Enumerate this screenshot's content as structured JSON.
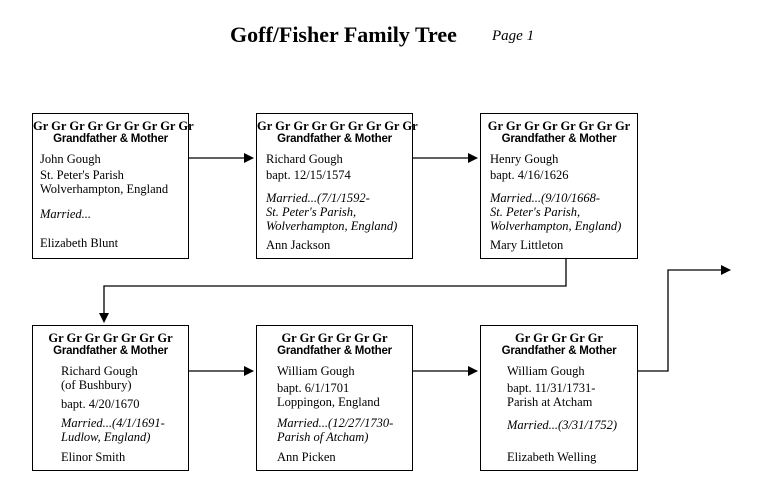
{
  "header": {
    "title": "Goff/Fisher Family Tree",
    "page": "Page 1"
  },
  "boxes": [
    {
      "gen": "Gr Gr Gr Gr Gr Gr Gr Gr Gr",
      "role": "Grandfather & Mother",
      "lines": [
        "John Gough",
        "St. Peter's Parish",
        "Wolverhampton, England",
        "Married...",
        "Elizabeth Blunt"
      ]
    },
    {
      "gen": "Gr Gr Gr Gr Gr Gr Gr Gr Gr",
      "role": "Grandfather & Mother",
      "lines": [
        "Richard Gough",
        "bapt. 12/15/1574",
        "Married...(7/1/1592-",
        "St. Peter's Parish,",
        "Wolverhampton, England)",
        "Ann Jackson"
      ]
    },
    {
      "gen": "Gr Gr Gr Gr Gr Gr Gr Gr",
      "role": "Grandfather & Mother",
      "lines": [
        "Henry Gough",
        "bapt. 4/16/1626",
        "Married...(9/10/1668-",
        "St. Peter's Parish,",
        "Wolverhampton, England)",
        "Mary Littleton"
      ]
    },
    {
      "gen": "Gr Gr Gr Gr Gr Gr Gr",
      "role": "Grandfather & Mother",
      "lines": [
        "Richard Gough",
        "(of Bushbury)",
        "bapt. 4/20/1670",
        "Married...(4/1/1691-",
        "Ludlow, England)",
        "Elinor Smith"
      ]
    },
    {
      "gen": "Gr Gr Gr Gr Gr Gr",
      "role": "Grandfather & Mother",
      "lines": [
        "William Gough",
        "bapt. 6/1/1701",
        "Loppingon, England",
        "Married...(12/27/1730-",
        "Parish of Atcham)",
        "Ann Picken"
      ]
    },
    {
      "gen": "Gr Gr Gr Gr Gr",
      "role": "Grandfather & Mother",
      "lines": [
        "William Gough",
        "bapt. 11/31/1731-",
        "Parish at Atcham",
        "Married...(3/31/1752)",
        "Elizabeth Welling"
      ]
    }
  ]
}
